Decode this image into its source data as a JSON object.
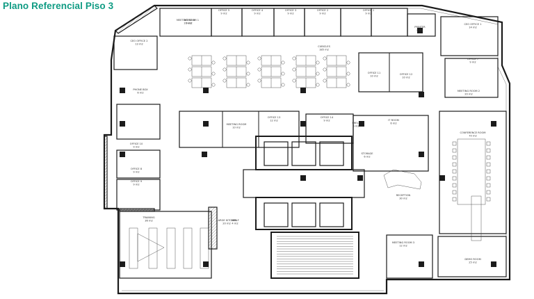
{
  "title": "Plano Referencial Piso 3",
  "rooms": [
    {
      "name": "OFFICE 1",
      "area": "9 m2"
    },
    {
      "name": "OFFICE 2",
      "area": "9 m2"
    },
    {
      "name": "OFFICE 3",
      "area": "9 m2"
    },
    {
      "name": "OFFICE 4",
      "area": "9 m2"
    },
    {
      "name": "OFFICE 5",
      "area": "9 m2"
    },
    {
      "name": "OFFICE 6",
      "area": "9 m2"
    },
    {
      "name": "OFFICE 7",
      "area": "9 m2"
    },
    {
      "name": "OFFICE 8",
      "area": "9 m2"
    },
    {
      "name": "OFFICE 9",
      "area": "9 m2"
    },
    {
      "name": "OFFICE 10",
      "area": "9 m2"
    },
    {
      "name": "OFFICE 11",
      "area": "10 m2"
    },
    {
      "name": "OFFICE 12",
      "area": "10 m2"
    },
    {
      "name": "OFFICE 13",
      "area": "12 m2"
    },
    {
      "name": "OFFICE 14",
      "area": "9 m2"
    },
    {
      "name": "CEO OFFICE 1",
      "area": "14 m2"
    },
    {
      "name": "CEO OFFICE 2",
      "area": "13 m2"
    },
    {
      "name": "MEETING ROOM 1",
      "area": "10 m2"
    },
    {
      "name": "MEETING ROOM 2",
      "area": "20 m2"
    },
    {
      "name": "MEETING ROOM 3",
      "area": "12 m2"
    },
    {
      "name": "MEETING ROOM",
      "area": "10 m2"
    },
    {
      "name": "CONFERENCE ROOM",
      "area": "70 m2"
    },
    {
      "name": "DEMO ROOM",
      "area": "25 m2"
    },
    {
      "name": "CUBICLES",
      "area": "185 m2"
    },
    {
      "name": "PHONE BOX",
      "area": "6 m2"
    },
    {
      "name": "PRINTER",
      "area": "6 m2"
    },
    {
      "name": "SHELF",
      "area": "6 m2"
    },
    {
      "name": "STORAGE",
      "area": "6 m2"
    },
    {
      "name": "RECEPTION",
      "area": "30 m2"
    },
    {
      "name": "TRAINING",
      "area": "36 m2"
    },
    {
      "name": "LARGE KITCHEN",
      "area": "20 m2"
    },
    {
      "name": "IT ROOM",
      "area": "6 m2"
    },
    {
      "name": "SHELF",
      "area": "4 m2"
    }
  ]
}
